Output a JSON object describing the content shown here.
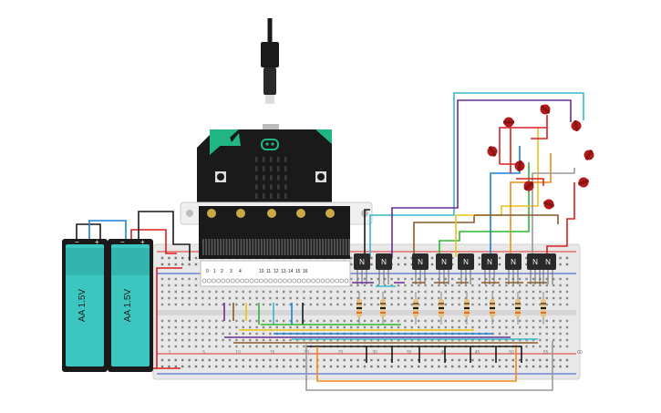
{
  "batteries": [
    {
      "label": "AA 1.5V",
      "minus": "−",
      "plus": "+"
    },
    {
      "label": "AA 1.5V",
      "minus": "−",
      "plus": "+"
    }
  ],
  "transistors": [
    "N",
    "N",
    "N",
    "N",
    "N",
    "N",
    "N",
    "N",
    "N"
  ],
  "pin_labels": [
    "0",
    "1",
    "2",
    "3",
    "4",
    "10",
    "11",
    "12",
    "13",
    "14",
    "15",
    "16"
  ],
  "breadboard_col_labels": [
    "1",
    "5",
    "10",
    "15",
    "20",
    "25",
    "30",
    "35",
    "40",
    "45",
    "50",
    "55",
    "60"
  ],
  "colors": {
    "breadboard": "#e9e9e9",
    "board_black": "#1a1a1a",
    "board_accent": "#1fb584",
    "battery_teal": "#3cc6c0",
    "led_red": "#b01c1c",
    "wire_red": "#d92020",
    "wire_purple": "#6a2c91",
    "wire_cyan": "#35b9c9",
    "wire_brown": "#8b5a2b",
    "wire_green": "#2eb82e",
    "wire_yellow": "#e8c21a",
    "wire_blue": "#1d7fd6",
    "wire_orange": "#f08b1c",
    "wire_gray": "#999999"
  },
  "icons": [
    "usb-cable-icon",
    "battery-icon",
    "led-icon",
    "transistor-icon",
    "resistor-icon"
  ]
}
